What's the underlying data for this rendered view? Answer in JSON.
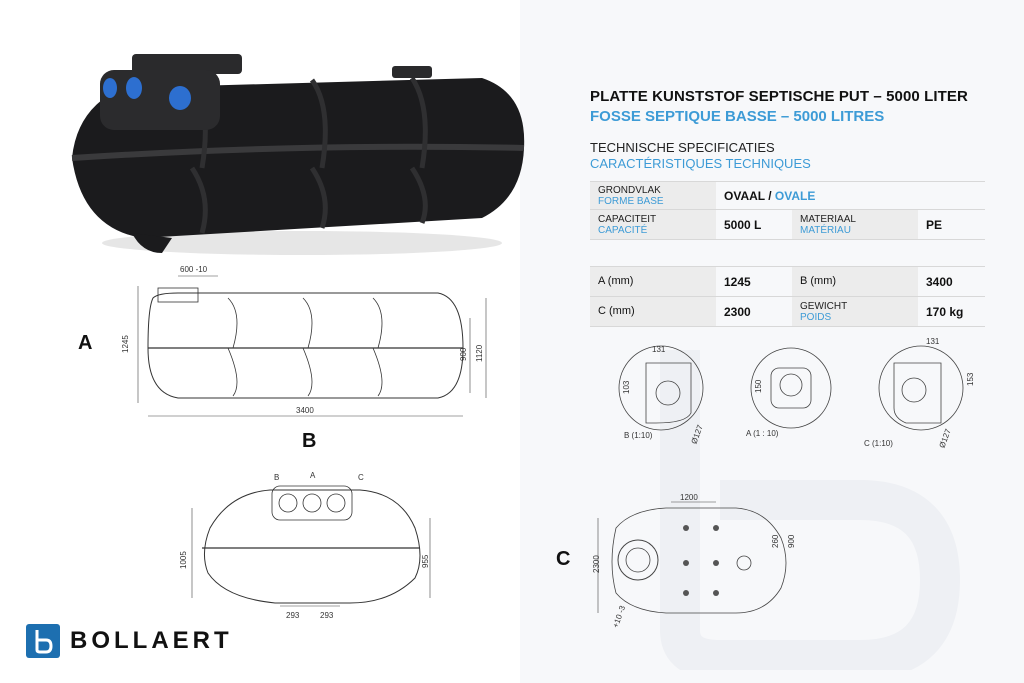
{
  "title_nl": "PLATTE KUNSTSTOF SEPTISCHE PUT – 5000 LITER",
  "title_fr": "FOSSE SEPTIQUE BASSE – 5000 LITRES",
  "specs_heading_nl": "TECHNISCHE SPECIFICATIES",
  "specs_heading_fr": "CARACTÉRISTIQUES TECHNIQUES",
  "table1": {
    "grondvlak_nl": "GRONDVLAK",
    "grondvlak_fr": "FORME BASE",
    "grondvlak_val_nl": "OVAAL",
    "grondvlak_sep": " / ",
    "grondvlak_val_fr": "OVALE",
    "capaciteit_nl": "CAPACITEIT",
    "capaciteit_fr": "CAPACITÉ",
    "capaciteit_val": "5000 L",
    "materiaal_nl": "MATERIAAL",
    "materiaal_fr": "MATÉRIAU",
    "materiaal_val": "PE"
  },
  "table2": {
    "a_label": "A (mm)",
    "a_val": "1245",
    "b_label": "B (mm)",
    "b_val": "3400",
    "c_label": "C (mm)",
    "c_val": "2300",
    "gewicht_nl": "GEWICHT",
    "gewicht_fr": "POIDS",
    "gewicht_val": "170 kg"
  },
  "drawing_labels": {
    "view_a": "A",
    "view_b": "B",
    "view_c": "C",
    "dim_600": "600 -10",
    "dim_1245": "1245",
    "dim_900": "900",
    "dim_1120": "1120",
    "dim_3400": "3400",
    "dim_1005": "1005",
    "dim_955": "955",
    "dim_293a": "293",
    "dim_293b": "293",
    "top_b": "B",
    "top_a": "A",
    "top_c": "C",
    "d_131a": "131",
    "d_103": "103",
    "d_127a": "Ø127",
    "cap_b": "B (1:10)",
    "d_150": "150",
    "cap_a": "A (1 : 10)",
    "d_131b": "131",
    "d_153": "153",
    "d_127b": "Ø127",
    "cap_c": "C (1:10)",
    "d_1200": "1200",
    "d_2300": "2300",
    "d_260": "260",
    "d_900b": "900",
    "d_tol": "+10 -3"
  },
  "brand": {
    "name": "BOLLAERT",
    "logo_letter": "b",
    "accent": "#3d9bd6",
    "logo_color": "#1d6fb0"
  }
}
